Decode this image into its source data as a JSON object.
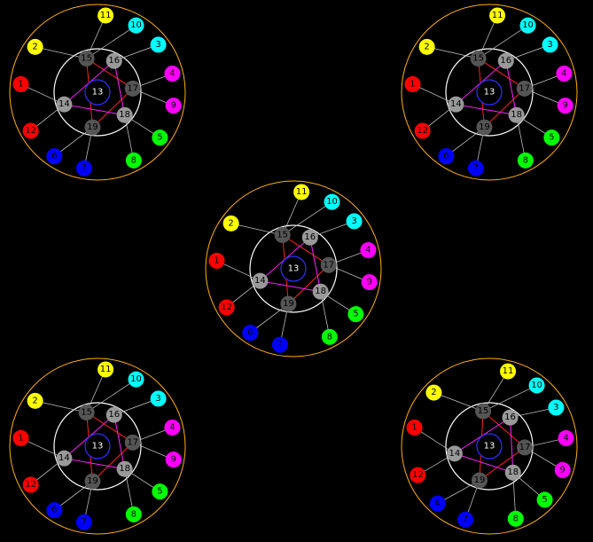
{
  "colors": {
    "background": "#000000",
    "outer_ring": "#ffb000",
    "inner_ring": "#ffffff",
    "center_ring": "#3030ff",
    "spoke": "#bbbbbb",
    "star_a": "#ff2020",
    "star_b": "#ff20ff",
    "node_dark": "#555555",
    "node_light": "#999999",
    "red": "#ff0000",
    "yellow": "#ffff00",
    "cyan": "#00ffff",
    "magenta": "#ff00ff",
    "green": "#00ff00",
    "blue": "#0000ff"
  },
  "diagrams": [
    {
      "id": "top-left",
      "center_label": "13",
      "inner": [
        {
          "label": "15",
          "tone": "dark"
        },
        {
          "label": "16",
          "tone": "light"
        },
        {
          "label": "17",
          "tone": "dark"
        },
        {
          "label": "18",
          "tone": "light"
        },
        {
          "label": "19",
          "tone": "dark"
        },
        {
          "label": "14",
          "tone": "light"
        }
      ],
      "outer": [
        {
          "label": "11",
          "color": "yellow"
        },
        {
          "label": "10",
          "color": "cyan"
        },
        {
          "label": "3",
          "color": "cyan"
        },
        {
          "label": "4",
          "color": "magenta"
        },
        {
          "label": "9",
          "color": "magenta"
        },
        {
          "label": "5",
          "color": "green"
        },
        {
          "label": "8",
          "color": "green"
        },
        {
          "label": "7",
          "color": "blue"
        },
        {
          "label": "6",
          "color": "blue"
        },
        {
          "label": "12",
          "color": "red"
        },
        {
          "label": "1",
          "color": "red"
        },
        {
          "label": "2",
          "color": "yellow"
        }
      ]
    },
    {
      "id": "top-right",
      "center_label": "13",
      "inner": [
        {
          "label": "15",
          "tone": "dark"
        },
        {
          "label": "16",
          "tone": "light"
        },
        {
          "label": "17",
          "tone": "dark"
        },
        {
          "label": "18",
          "tone": "light"
        },
        {
          "label": "19",
          "tone": "dark"
        },
        {
          "label": "14",
          "tone": "light"
        }
      ],
      "outer": [
        {
          "label": "11",
          "color": "yellow"
        },
        {
          "label": "10",
          "color": "cyan"
        },
        {
          "label": "3",
          "color": "cyan"
        },
        {
          "label": "4",
          "color": "magenta"
        },
        {
          "label": "9",
          "color": "magenta"
        },
        {
          "label": "5",
          "color": "green"
        },
        {
          "label": "8",
          "color": "green"
        },
        {
          "label": "7",
          "color": "blue"
        },
        {
          "label": "6",
          "color": "blue"
        },
        {
          "label": "12",
          "color": "red"
        },
        {
          "label": "1",
          "color": "red"
        },
        {
          "label": "2",
          "color": "yellow"
        }
      ]
    },
    {
      "id": "center",
      "center_label": "13",
      "inner": [
        {
          "label": "15",
          "tone": "dark"
        },
        {
          "label": "16",
          "tone": "light"
        },
        {
          "label": "17",
          "tone": "dark"
        },
        {
          "label": "18",
          "tone": "light"
        },
        {
          "label": "19",
          "tone": "dark"
        },
        {
          "label": "14",
          "tone": "light"
        }
      ],
      "outer": [
        {
          "label": "11",
          "color": "yellow"
        },
        {
          "label": "10",
          "color": "cyan"
        },
        {
          "label": "3",
          "color": "cyan"
        },
        {
          "label": "4",
          "color": "magenta"
        },
        {
          "label": "9",
          "color": "magenta"
        },
        {
          "label": "5",
          "color": "green"
        },
        {
          "label": "8",
          "color": "green"
        },
        {
          "label": "7",
          "color": "blue"
        },
        {
          "label": "6",
          "color": "blue"
        },
        {
          "label": "12",
          "color": "red"
        },
        {
          "label": "1",
          "color": "red"
        },
        {
          "label": "2",
          "color": "yellow"
        }
      ]
    },
    {
      "id": "bottom-left",
      "center_label": "13",
      "inner": [
        {
          "label": "15",
          "tone": "dark"
        },
        {
          "label": "16",
          "tone": "light"
        },
        {
          "label": "17",
          "tone": "dark"
        },
        {
          "label": "18",
          "tone": "light"
        },
        {
          "label": "19",
          "tone": "dark"
        },
        {
          "label": "14",
          "tone": "light"
        }
      ],
      "outer": [
        {
          "label": "11",
          "color": "yellow"
        },
        {
          "label": "10",
          "color": "cyan"
        },
        {
          "label": "3",
          "color": "cyan"
        },
        {
          "label": "4",
          "color": "magenta"
        },
        {
          "label": "9",
          "color": "magenta"
        },
        {
          "label": "5",
          "color": "green"
        },
        {
          "label": "8",
          "color": "green"
        },
        {
          "label": "7",
          "color": "blue"
        },
        {
          "label": "6",
          "color": "blue"
        },
        {
          "label": "12",
          "color": "red"
        },
        {
          "label": "1",
          "color": "red"
        },
        {
          "label": "2",
          "color": "yellow"
        }
      ]
    },
    {
      "id": "bottom-right",
      "center_label": "13",
      "inner": [
        {
          "label": "15",
          "tone": "dark"
        },
        {
          "label": "16",
          "tone": "light"
        },
        {
          "label": "17",
          "tone": "dark"
        },
        {
          "label": "18",
          "tone": "light"
        },
        {
          "label": "19",
          "tone": "dark"
        },
        {
          "label": "14",
          "tone": "light"
        }
      ],
      "outer": [
        {
          "label": "11",
          "color": "yellow"
        },
        {
          "label": "10",
          "color": "cyan"
        },
        {
          "label": "3",
          "color": "cyan"
        },
        {
          "label": "4",
          "color": "magenta"
        },
        {
          "label": "9",
          "color": "magenta"
        },
        {
          "label": "5",
          "color": "green"
        },
        {
          "label": "8",
          "color": "green"
        },
        {
          "label": "7",
          "color": "blue"
        },
        {
          "label": "6",
          "color": "blue"
        },
        {
          "label": "12",
          "color": "red"
        },
        {
          "label": "1",
          "color": "red"
        },
        {
          "label": "2",
          "color": "yellow"
        }
      ]
    }
  ]
}
